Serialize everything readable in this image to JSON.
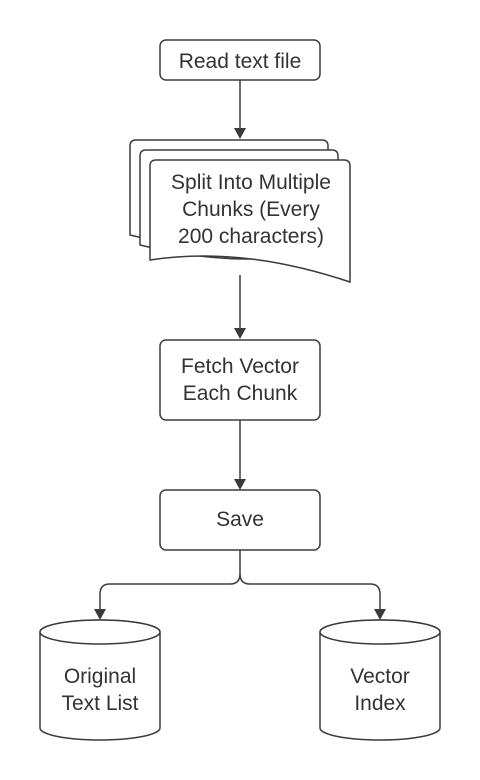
{
  "diagram": {
    "nodes": {
      "read": {
        "line1": "Read text file"
      },
      "split": {
        "line1": "Split Into Multiple",
        "line2": "Chunks (Every",
        "line3": "200 characters)"
      },
      "fetch": {
        "line1": "Fetch Vector",
        "line2": "Each Chunk"
      },
      "save": {
        "line1": "Save"
      },
      "original": {
        "line1": "Original",
        "line2": "Text List"
      },
      "vector": {
        "line1": "Vector",
        "line2": "Index"
      }
    },
    "colors": {
      "stroke": "#3b3b3b",
      "text": "#333333",
      "fill": "#ffffff"
    }
  }
}
